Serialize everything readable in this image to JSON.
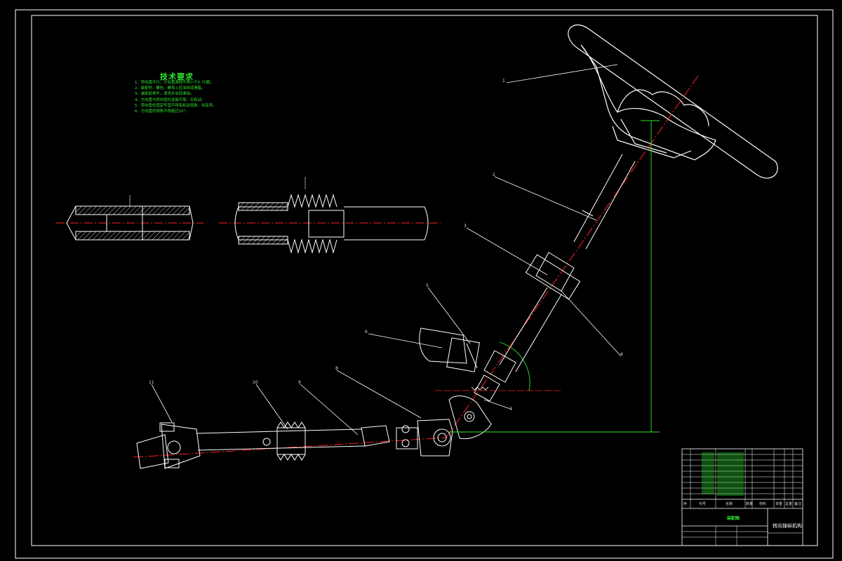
{
  "technical_requirements": {
    "title": "技术要求",
    "items": [
      "1、转向盘平行，方向盘游隙不得小于0.75圈。",
      "2、装配时，螺栓、螺母上应涂抹润滑脂。",
      "3、装配前零件，清洗并涂润滑油。",
      "4、方向盘与转向管柱连接可靠，无松动。",
      "5、转向管柱固定牢固不得有松动现象，如有异。",
      "6、方向盘的倾角不得超过10°。"
    ]
  },
  "callouts": [
    "1",
    "2",
    "3",
    "4",
    "5",
    "6",
    "7",
    "8",
    "9",
    "10",
    "11"
  ],
  "title_block": {
    "parts_table_header": [
      "序",
      "代号",
      "名称",
      "数量",
      "材料",
      "单重",
      "总重",
      "备注"
    ],
    "company": "装配图",
    "drawing_name": "转向操纵机构"
  },
  "colors": {
    "background": "#000000",
    "lines": "#ffffff",
    "centerline": "#ff2020",
    "dimension": "#2fe42f",
    "text_green": "#2fe42f"
  }
}
